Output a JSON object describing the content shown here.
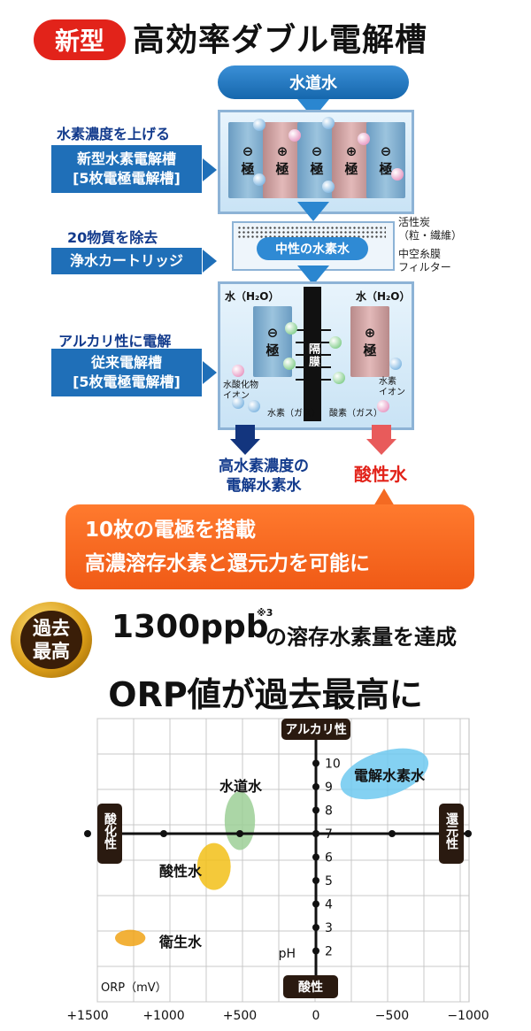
{
  "header": {
    "badge": "新型",
    "title": "高効率ダブル電解槽"
  },
  "device": {
    "inlet": "水道水",
    "stage1": {
      "heading": "水素濃度を上げる",
      "box_line1": "新型水素電解槽",
      "box_line2": "[5枚電極電解槽]"
    },
    "stage2": {
      "heading": "20物質を除去",
      "box": "浄水カートリッジ"
    },
    "stage3": {
      "heading": "アルカリ性に電解",
      "box_line1": "従来電解槽",
      "box_line2": "[5枚電極電解槽]"
    },
    "electrodes_top": [
      {
        "sign": "⊖",
        "label": "極"
      },
      {
        "sign": "⊕",
        "label": "極"
      },
      {
        "sign": "⊖",
        "label": "極"
      },
      {
        "sign": "⊕",
        "label": "極"
      },
      {
        "sign": "⊖",
        "label": "極"
      }
    ],
    "neutral_water": "中性の水素水",
    "filter_note_1a": "活性炭",
    "filter_note_1b": "（粒・繊維）",
    "filter_note_2a": "中空糸膜",
    "filter_note_2b": "フィルター",
    "water_left": "水（H₂O）",
    "water_right": "水（H₂O）",
    "diaphragm": "隔膜",
    "electrode_left": {
      "sign": "⊖",
      "label": "極"
    },
    "electrode_right": {
      "sign": "⊕",
      "label": "極"
    },
    "ion_left_1": "水酸化物",
    "ion_left_2": "イオン",
    "ion_right_1": "水素",
    "ion_right_2": "イオン",
    "gas_left": "水素（ガス）",
    "gas_right": "酸素（ガス）",
    "out_left_1": "高水素濃度の",
    "out_left_2": "電解水素水",
    "out_right": "酸性水"
  },
  "callout": {
    "line1": "10枚の電極を搭載",
    "line2": "高濃溶存水素と還元力を可能に"
  },
  "achievement": {
    "medal_line1": "過去",
    "medal_line2": "最高",
    "number": "1300ppb",
    "note_mark": "※3",
    "rest": "の溶存水素量を達成",
    "orp_title": "ORP値が過去最高に"
  },
  "chart_data": {
    "type": "scatter",
    "x_label": "ORP（mV）",
    "x_ticks": [
      "+1500",
      "+1000",
      "+500",
      "0",
      "−500",
      "−1000"
    ],
    "x_tick_values": [
      1500,
      1000,
      500,
      0,
      -500,
      -1000
    ],
    "xlim": [
      1500,
      -1000
    ],
    "y_label": "pH",
    "y_ticks": [
      "2",
      "3",
      "4",
      "5",
      "6",
      "7",
      "8",
      "9",
      "10"
    ],
    "y_tick_values": [
      2,
      3,
      4,
      5,
      6,
      7,
      8,
      9,
      10
    ],
    "ylim": [
      1,
      11
    ],
    "axis_top": "アルカリ性",
    "axis_bottom": "酸性",
    "axis_left": "酸化性",
    "axis_right": "還元性",
    "grid": true,
    "regions": [
      {
        "name": "電解水素水",
        "orp": [
          -150,
          -750
        ],
        "ph": [
          8.6,
          10.5
        ],
        "color": "#6ec9f0"
      },
      {
        "name": "水道水",
        "orp": [
          600,
          400
        ],
        "ph": [
          6.3,
          8.8
        ],
        "color": "#9ccf96"
      },
      {
        "name": "酸性水",
        "orp": [
          780,
          560
        ],
        "ph": [
          4.6,
          6.6
        ],
        "color": "#f2c017"
      },
      {
        "name": "衛生水",
        "orp": [
          1320,
          1120
        ],
        "ph": [
          2.2,
          2.9
        ],
        "color": "#f0a316"
      }
    ]
  }
}
